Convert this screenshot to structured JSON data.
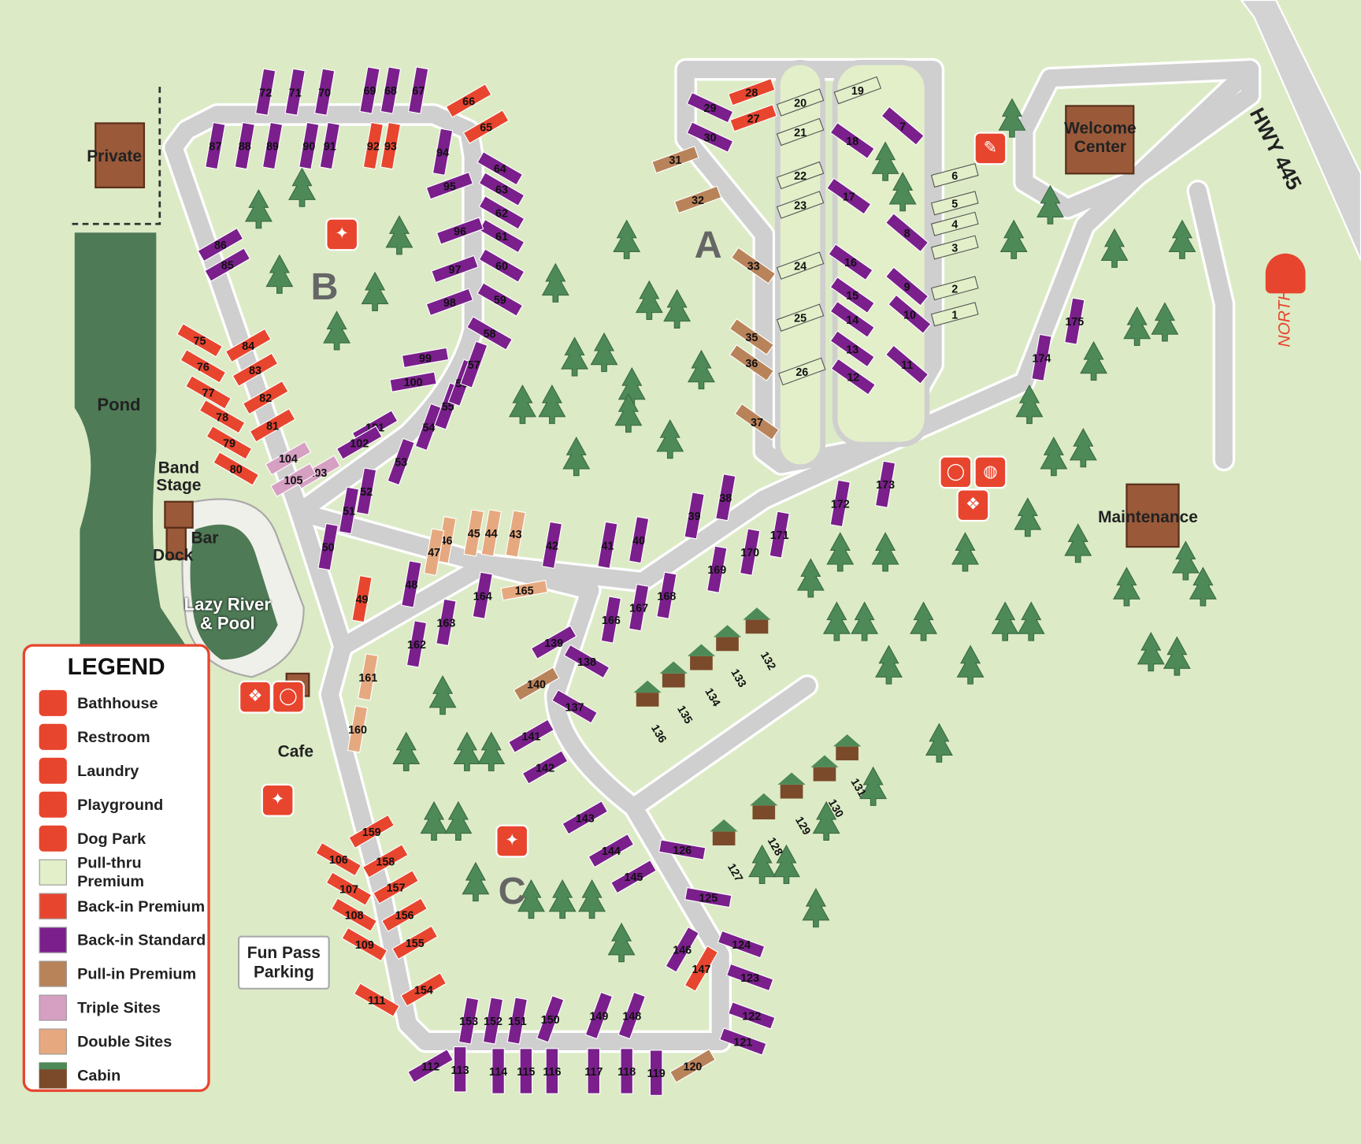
{
  "map": {
    "zones": [
      "A",
      "B",
      "C"
    ],
    "places": {
      "private": "Private",
      "pond": "Pond",
      "band_stage": "Band\nStage",
      "bar": "Bar",
      "dock": "Dock",
      "lazy_river": "Lazy River\n& Pool",
      "cafe": "Cafe",
      "welcome_center": "Welcome\nCenter",
      "maintenance": "Maintenance",
      "fun_pass_parking": "Fun Pass\nParking",
      "highway": "HWY 445",
      "north": "NORTH"
    },
    "colors": {
      "background": "#dcebc6",
      "road": "#cfcfcf",
      "pond": "#4e7a55",
      "pull_thru_premium": "#e2efc9",
      "back_in_premium": "#e8452e",
      "back_in_standard": "#7a1f8c",
      "pull_in_premium": "#b9835a",
      "triple_sites": "#d6a0c2",
      "double_sites": "#e6a97f",
      "cabin": "#7a4a2a",
      "tree": "#4e8a58",
      "accent": "#e8452e"
    },
    "sites": {
      "back_in_standard": [
        "1",
        "2",
        "3",
        "4",
        "5",
        "6",
        "7",
        "8",
        "9",
        "10",
        "11",
        "12",
        "13",
        "14",
        "15",
        "16",
        "17",
        "18",
        "19",
        "20",
        "21",
        "22",
        "23",
        "24",
        "25",
        "26",
        "29",
        "30",
        "38",
        "39",
        "40",
        "41",
        "42",
        "48",
        "50",
        "51",
        "52",
        "53",
        "54",
        "55",
        "56",
        "57",
        "58",
        "59",
        "60",
        "61",
        "62",
        "63",
        "64",
        "67",
        "68",
        "69",
        "70",
        "71",
        "72",
        "85",
        "86",
        "87",
        "88",
        "89",
        "90",
        "91",
        "94",
        "95",
        "96",
        "97",
        "98",
        "99",
        "100",
        "101",
        "102",
        "112",
        "113",
        "114",
        "115",
        "116",
        "117",
        "118",
        "119",
        "121",
        "122",
        "123",
        "124",
        "125",
        "126",
        "137",
        "138",
        "139",
        "141",
        "142",
        "143",
        "144",
        "145",
        "146",
        "148",
        "149",
        "150",
        "151",
        "152",
        "153",
        "162",
        "163",
        "164",
        "166",
        "167",
        "168",
        "169",
        "170",
        "171",
        "172",
        "173",
        "174",
        "175"
      ],
      "back_in_premium": [
        "27",
        "28",
        "49",
        "65",
        "66",
        "75",
        "76",
        "77",
        "78",
        "79",
        "80",
        "81",
        "82",
        "83",
        "84",
        "92",
        "93",
        "106",
        "107",
        "108",
        "109",
        "111",
        "147",
        "154",
        "155",
        "156",
        "157",
        "158",
        "159"
      ],
      "pull_in_premium": [
        "31",
        "32",
        "33",
        "35",
        "36",
        "37",
        "120",
        "140"
      ],
      "double_sites": [
        "43",
        "44",
        "45",
        "46",
        "47",
        "160",
        "161",
        "165"
      ],
      "triple_sites": [
        "103",
        "104",
        "105"
      ],
      "cabins": [
        "127",
        "128",
        "129",
        "130",
        "131",
        "132",
        "133",
        "134",
        "135",
        "136"
      ]
    }
  },
  "legend": {
    "title": "LEGEND",
    "items": [
      {
        "label": "Bathhouse",
        "icon": "bathhouse-icon"
      },
      {
        "label": "Restroom",
        "icon": "restroom-icon"
      },
      {
        "label": "Laundry",
        "icon": "laundry-icon"
      },
      {
        "label": "Playground",
        "icon": "playground-icon"
      },
      {
        "label": "Dog Park",
        "icon": "dog-park-icon"
      },
      {
        "label": "Pull-thru Premium",
        "swatch": "#e2efc9"
      },
      {
        "label": "Back-in Premium",
        "swatch": "#e8452e"
      },
      {
        "label": "Back-in Standard",
        "swatch": "#7a1f8c"
      },
      {
        "label": "Pull-in Premium",
        "swatch": "#b9835a"
      },
      {
        "label": "Triple Sites",
        "swatch": "#d6a0c2"
      },
      {
        "label": "Double Sites",
        "swatch": "#e6a97f"
      },
      {
        "label": "Cabin",
        "icon": "cabin-icon"
      }
    ]
  }
}
